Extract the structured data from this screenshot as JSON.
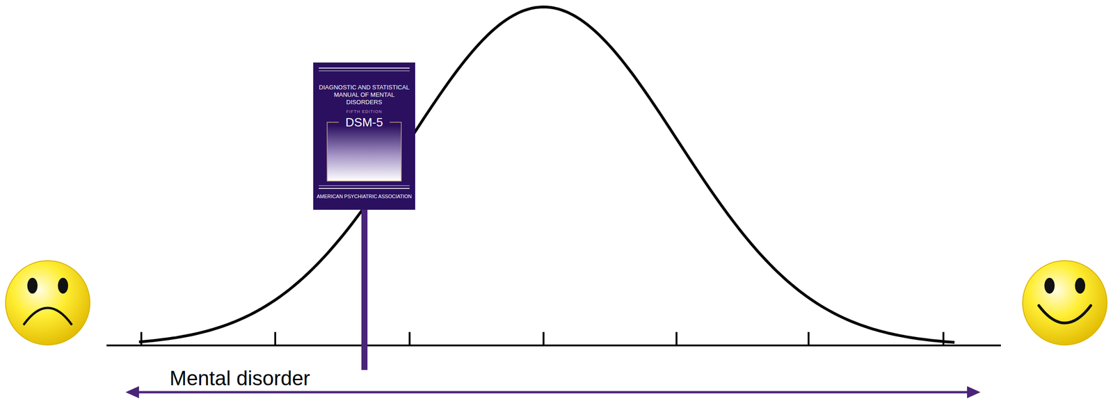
{
  "diagram": {
    "nodes": [
      {
        "text": [
          "DIAGNOSTIC AND STATISTICAL MANUAL OF MENTAL DISORDERS",
          "FIFTH EDITION",
          "DSM-5",
          "AMERICAN PSYCHIATRIC ASSOCIATION"
        ]
      }
    ],
    "labels": [
      "Mental disorder"
    ]
  }
}
